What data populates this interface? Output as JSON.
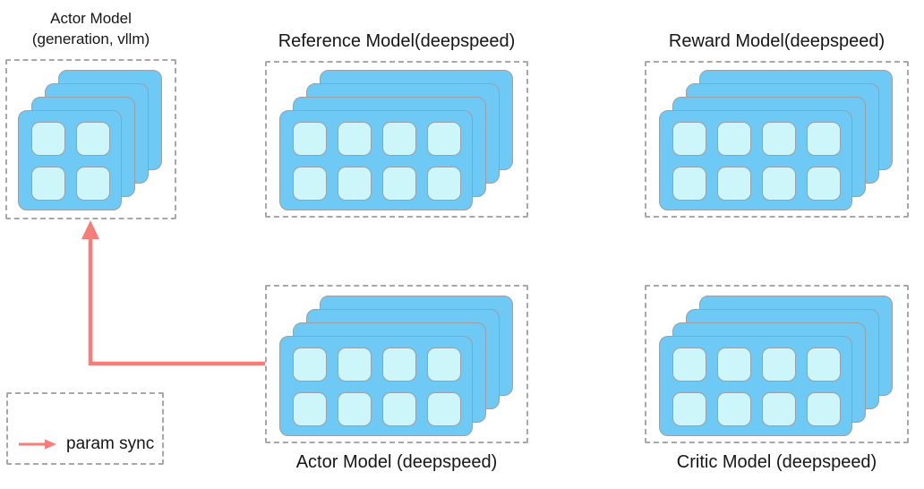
{
  "diagram": {
    "models": [
      {
        "id": "actor-vllm",
        "label_lines": [
          "Actor Model",
          "(generation, vllm)"
        ],
        "label_position": "above",
        "stack": {
          "cards": 4,
          "rows": 2,
          "cols": 2
        }
      },
      {
        "id": "reference",
        "label_lines": [
          "Reference Model(deepspeed)"
        ],
        "label_position": "above",
        "stack": {
          "cards": 4,
          "rows": 2,
          "cols": 4
        }
      },
      {
        "id": "reward",
        "label_lines": [
          "Reward Model(deepspeed)"
        ],
        "label_position": "above",
        "stack": {
          "cards": 4,
          "rows": 2,
          "cols": 4
        }
      },
      {
        "id": "actor-deepspeed",
        "label_lines": [
          "Actor Model (deepspeed)"
        ],
        "label_position": "below",
        "stack": {
          "cards": 4,
          "rows": 2,
          "cols": 4
        }
      },
      {
        "id": "critic",
        "label_lines": [
          "Critic Model (deepspeed)"
        ],
        "label_position": "below",
        "stack": {
          "cards": 4,
          "rows": 2,
          "cols": 4
        }
      }
    ],
    "arrow": {
      "from": "actor-deepspeed",
      "to": "actor-vllm",
      "meaning": "param sync"
    },
    "legend": {
      "label": "param sync"
    },
    "colors": {
      "card_fill": "#6ec9f4",
      "cell_fill": "#cdf6fb",
      "card_border": "#9aa0a6",
      "box_border": "#a8a8a8",
      "arrow": "#f87d78",
      "text": "#161616"
    }
  }
}
